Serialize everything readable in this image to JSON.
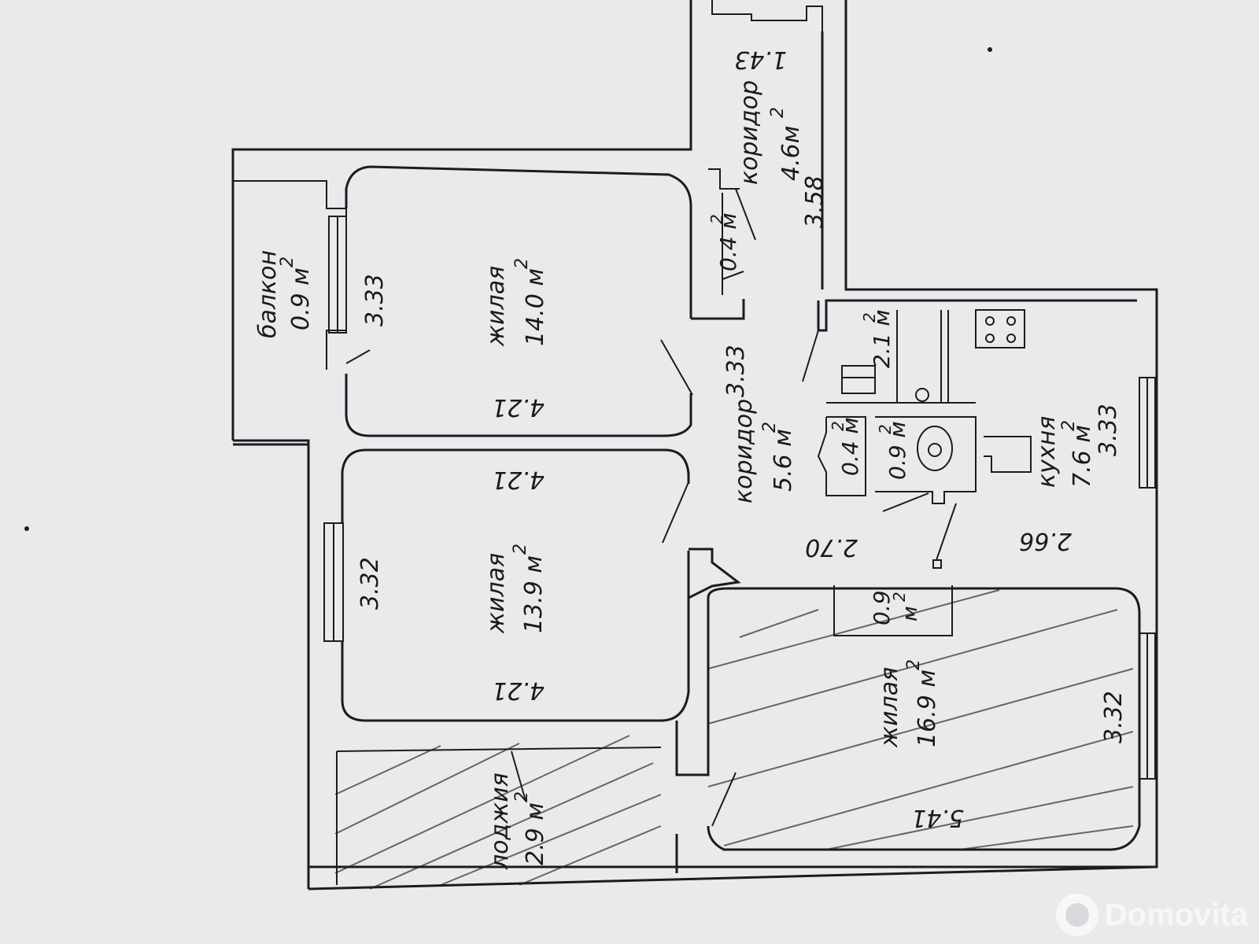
{
  "rooms": {
    "balcony": {
      "name": "балкон",
      "area": "0.9 м",
      "sup": "2"
    },
    "room_top": {
      "name": "жилая",
      "area": "14.0 м",
      "sup": "2"
    },
    "room_middle": {
      "name": "жилая",
      "area": "13.9 м",
      "sup": "2"
    },
    "room_large": {
      "name": "жилая",
      "area": "16.9 м",
      "sup": "2"
    },
    "loggia": {
      "name": "лоджия",
      "area": "2.9 м",
      "sup": "2"
    },
    "corridor_top": {
      "name": "коридор",
      "area": "4.6м",
      "sup": "2"
    },
    "corridor_main": {
      "name": "коридор",
      "area": "5.6 м",
      "sup": "2"
    },
    "kitchen": {
      "name": "кухня",
      "area": "7.6 м",
      "sup": "2"
    },
    "closet_top": {
      "area": "0.4 м",
      "sup": "2"
    },
    "bathroom": {
      "area": "2.1 м",
      "sup": "2"
    },
    "closet_small": {
      "area": "0.4 м",
      "sup": "2"
    },
    "wc": {
      "area": "0.9 м",
      "sup": "2"
    },
    "wardrobe": {
      "area": "0.9",
      "unit": "м",
      "sup": "2"
    }
  },
  "dimensions": {
    "d143": "1.43",
    "d358": "3.58",
    "d333_balcony": "3.33",
    "d333_room_top": "3.33",
    "d421_a": "4.21",
    "d421_b": "4.21",
    "d421_c": "4.21",
    "d332_left": "3.32",
    "d332_right": "3.32",
    "d333_kitchen": "3.33",
    "d270": "2.70",
    "d266": "2.66",
    "d541": "5.41"
  },
  "watermark": {
    "text": "Domovita"
  },
  "colors": {
    "background": "#e9eaec",
    "ink": "#1c1c1f"
  }
}
